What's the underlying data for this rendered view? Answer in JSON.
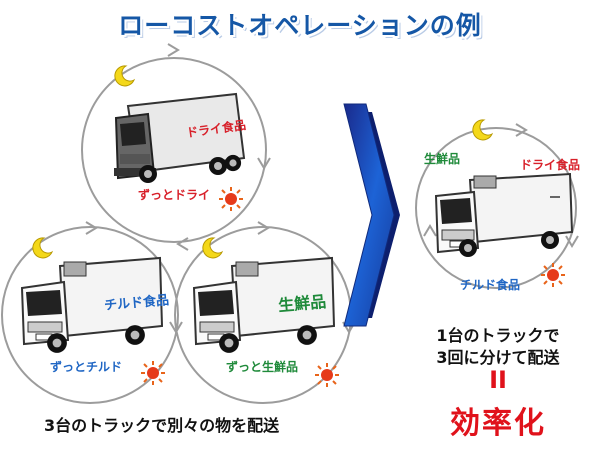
{
  "title": "ローコストオペレーションの例",
  "trucks": {
    "dry": {
      "body_text": "ドライ食品",
      "caption": "ずっとドライ"
    },
    "chilled": {
      "body_text": "チルド食品",
      "caption": "ずっとチルド"
    },
    "fresh": {
      "body_text": "生鮮品",
      "caption": "ずっと生鮮品"
    }
  },
  "left_caption": "3台のトラックで別々の物を配送",
  "combined": {
    "label_fresh": "生鮮品",
    "label_dry": "ドライ食品",
    "label_chilled": "チルド食品"
  },
  "right_caption_line1": "1台のトラックで",
  "right_caption_line2": "3回に分けて配送",
  "equals_sign": "II",
  "efficiency": "効率化",
  "colors": {
    "title": "#1557a6",
    "dry_text": "#d8202a",
    "chilled_text": "#1f66c4",
    "fresh_text": "#1f8a3a",
    "efficiency": "#e0121b",
    "arrow": "#1f4fb0",
    "circle": "#9a9a9a"
  },
  "icons": [
    "moon-icon",
    "sun-icon",
    "cycle-arrow-icon",
    "truck-icon",
    "big-blue-arrow-icon"
  ]
}
